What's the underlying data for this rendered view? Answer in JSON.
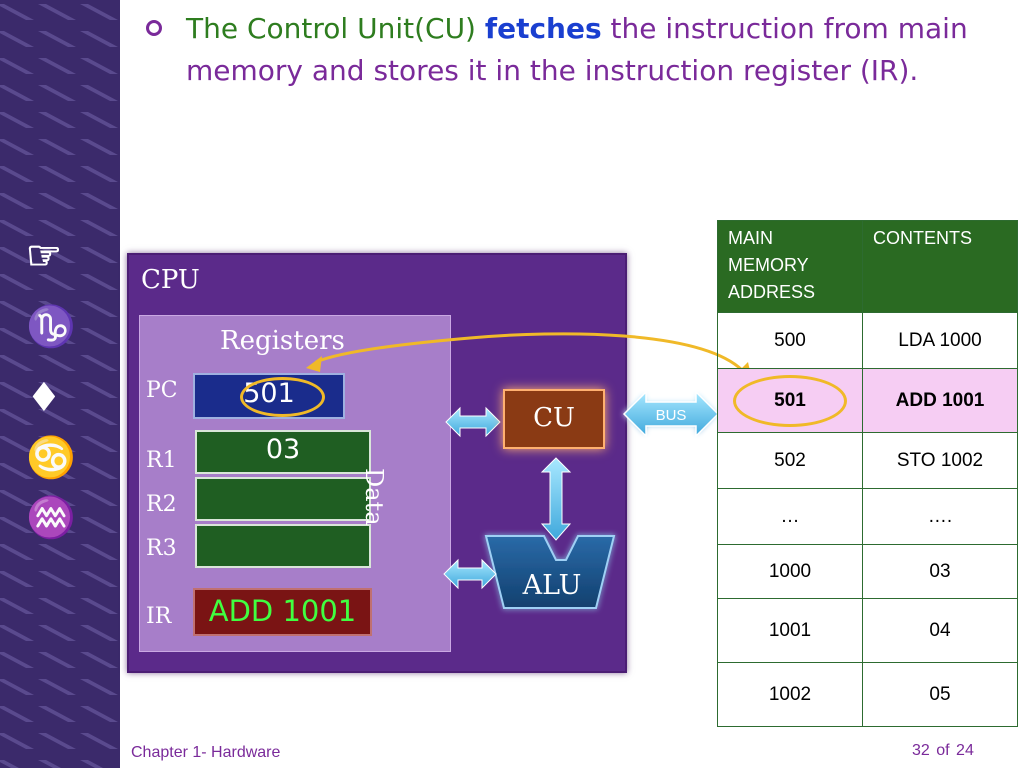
{
  "slide": {
    "bullet_parts": [
      "The Control Unit(CU) ",
      "fetches",
      " the instruction from main memory and stores it in the instruction register (IR)."
    ],
    "sidebar_symbols": [
      "☞",
      "♑",
      "♦",
      "♋",
      "♒"
    ]
  },
  "cpu": {
    "label": "CPU",
    "registers_title": "Registers",
    "pc_label": "PC",
    "pc_value": "501",
    "r1_label": "R1",
    "r1_value": "03",
    "r2_label": "R2",
    "r2_value": "",
    "r3_label": "R3",
    "r3_value": "",
    "ir_label": "IR",
    "ir_value": "ADD 1001",
    "data_label": "Data",
    "cu_label": "CU",
    "bus_label": "BUS",
    "alu_label": "ALU"
  },
  "memory_table": {
    "header_address": "MAIN MEMORY ADDRESS",
    "header_contents": "CONTENTS",
    "rows": [
      {
        "address": "500",
        "contents": "LDA 1000"
      },
      {
        "address": "501",
        "contents": "ADD 1001"
      },
      {
        "address": "502",
        "contents": "STO 1002"
      },
      {
        "address": "…",
        "contents": "…."
      },
      {
        "address": "1000",
        "contents": "03"
      },
      {
        "address": "1001",
        "contents": "04"
      },
      {
        "address": "1002",
        "contents": "05"
      }
    ],
    "highlighted_row": 1
  },
  "footer": {
    "chapter": "Chapter 1- Hardware",
    "page_current": "32",
    "page_of": "of",
    "page_total": "24"
  },
  "colors": {
    "title_purple": "#7a2a9a",
    "title_green": "#2e7d1f",
    "keyword_blue": "#1a3fd0",
    "cpu_bg": "#5b2a8a",
    "table_header": "#2a6a22",
    "highlight_row": "#f6cdf3",
    "arrow_gold": "#f0b928",
    "bus_cyan": "#5ec8ee"
  }
}
